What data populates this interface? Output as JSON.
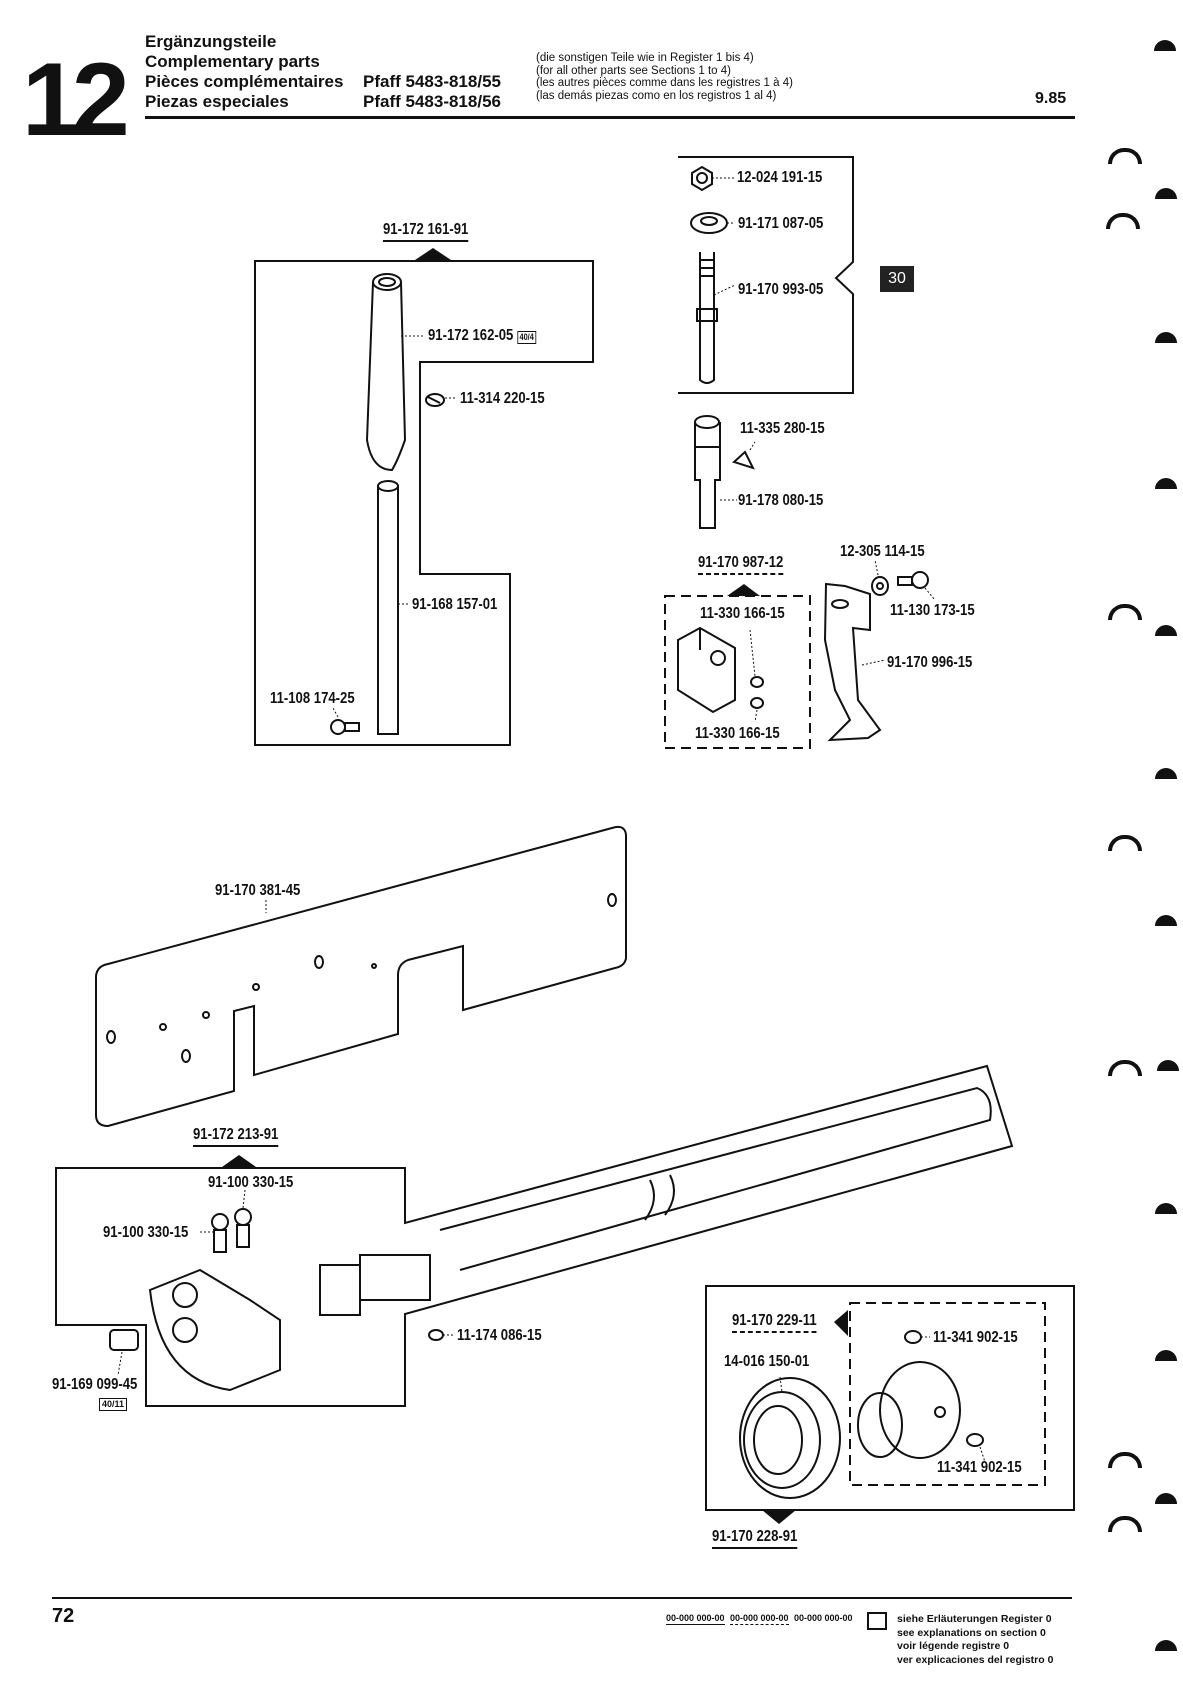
{
  "header": {
    "section_number": "12",
    "titles": [
      "Ergänzungsteile",
      "Complementary parts",
      "Pièces complémentaires",
      "Piezas especiales"
    ],
    "models": [
      "Pfaff 5483-818/55",
      "Pfaff 5483-818/56"
    ],
    "notes": [
      "(die sonstigen Teile wie in Register 1 bis 4)",
      "(for all other parts see Sections 1 to 4)",
      "(les autres pièces comme dans les registres 1 à 4)",
      "(las demás piezas como en los registros 1 al 4)"
    ],
    "date": "9.85"
  },
  "groups": {
    "needle_bar_assembly": "91-172 161-91",
    "feed_assembly": "91-172 213-91",
    "bracket_assembly": "91-170 987-12",
    "bearing_assembly": "91-170 228-91",
    "collar_assembly": "91-170 229-11"
  },
  "parts": {
    "p1": "12-024 191-15",
    "p2": "91-171 087-05",
    "p3": "91-170 993-05",
    "p4": "91-172 162-05",
    "p4_ref": "40/4",
    "p5": "11-314 220-15",
    "p6": "11-335 280-15",
    "p7": "91-178 080-15",
    "p8": "12-305 114-15",
    "p9": "11-130 173-15",
    "p10": "91-170 996-15",
    "p11": "11-330 166-15",
    "p12": "11-330 166-15",
    "p13": "91-168 157-01",
    "p14": "11-108 174-25",
    "p15": "91-170 381-45",
    "p16": "91-100 330-15",
    "p17": "91-100 330-15",
    "p18": "11-174 086-15",
    "p19": "91-169 099-45",
    "p19_ref": "40/11",
    "p20": "14-016 150-01",
    "p21": "11-341 902-15",
    "p22": "11-341 902-15"
  },
  "badge": "30",
  "footer": {
    "page_number": "72",
    "legend_samples": [
      "00-000 000-00",
      "00-000 000-00",
      "00-000 000-00"
    ],
    "legend_text": [
      "siehe Erläuterungen Register 0",
      "see explanations on section 0",
      "voir légende registre 0",
      "ver explicaciones del registro 0"
    ]
  }
}
